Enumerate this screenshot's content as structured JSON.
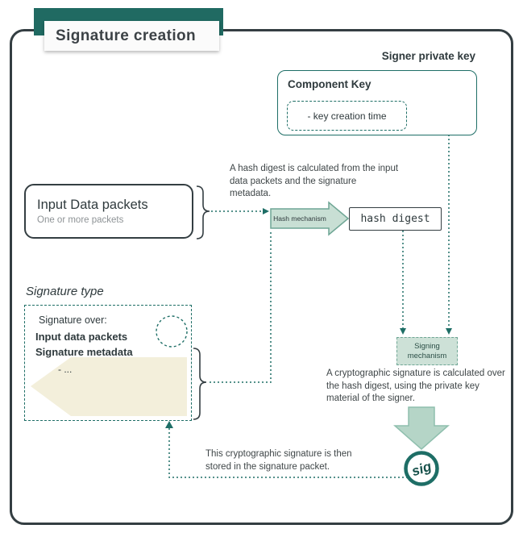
{
  "title": "Signature creation",
  "signer_private_key_label": "Signer private key",
  "component_key": {
    "title": "Component Key",
    "creation_time": "- key creation time"
  },
  "paragraphs": {
    "hash": "A hash digest is calculated from the input data packets and the signature metadata.",
    "signing": "A cryptographic signature is calculated over the hash digest, using the private key material of the signer.",
    "stored": "This cryptographic signature is then stored in the signature packet."
  },
  "input_data": {
    "title": "Input Data packets",
    "subtitle": "One or more packets"
  },
  "hash_mechanism_label": "Hash mechanism",
  "hash_digest_label": "hash digest",
  "signature_type_label": "Signature type",
  "signature_packet": {
    "over": "Signature over:",
    "items": [
      "Input data packets",
      "Signature metadata",
      "- ..."
    ]
  },
  "signing_mechanism_label": "Signing mechanism",
  "sig_badge_label": "sig",
  "icons": {
    "signer_key_icon": "key",
    "creation_time_key_icon": "key",
    "sig_icon": "sig-seal"
  },
  "colors": {
    "teal": "#1e6e66",
    "dark": "#343e42",
    "banner": "#206a62",
    "green_arrow_fill": "#c8dfd4",
    "green_arrow_stroke": "#6fa695",
    "signing_box_fill": "#cde1d7",
    "big_arrow_fill": "#b5d5c7",
    "beige": "#f3efdb",
    "orange_key": "#e99b73"
  }
}
